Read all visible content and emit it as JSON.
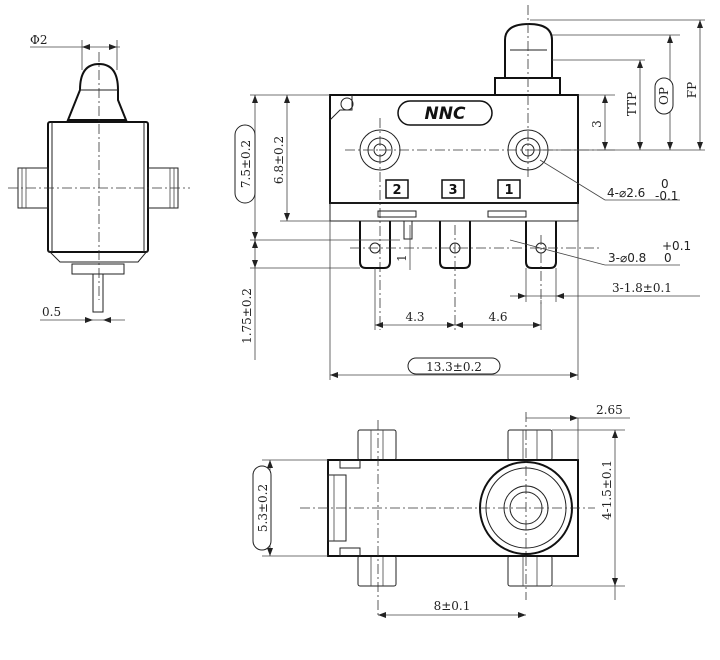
{
  "diagram": {
    "brand_logo": "NNC",
    "pins": [
      "2",
      "3",
      "1"
    ],
    "side_view": {
      "diameter_label": "Φ2",
      "thickness_label": "0.5"
    },
    "front_view": {
      "height_outer_label": "7.5±0.2",
      "height_inner_label": "6.8±0.2",
      "pin_offset_label": "1.75±0.2",
      "hole_offset_label": "1",
      "plunger_offset_label": "3",
      "ttp_label": "TTP",
      "op_label": "OP",
      "fp_label": "FP",
      "mount_hole_label": "4-⌀2.6",
      "mount_hole_tol_upper": "0",
      "mount_hole_tol_lower": "-0.1",
      "pin_hole_label": "3-⌀0.8",
      "pin_hole_tol_upper": "+0.1",
      "pin_hole_tol_lower": "0",
      "pin_width_label": "3-1.8±0.1",
      "pin_pitch_left_label": "4.3",
      "pin_pitch_right_label": "4.6",
      "width_label": "13.3±0.2"
    },
    "bottom_view": {
      "depth_label": "5.3±0.2",
      "offset_label": "2.65",
      "radius_label": "4-1.5±0.1",
      "hole_spacing_label": "8±0.1"
    }
  }
}
